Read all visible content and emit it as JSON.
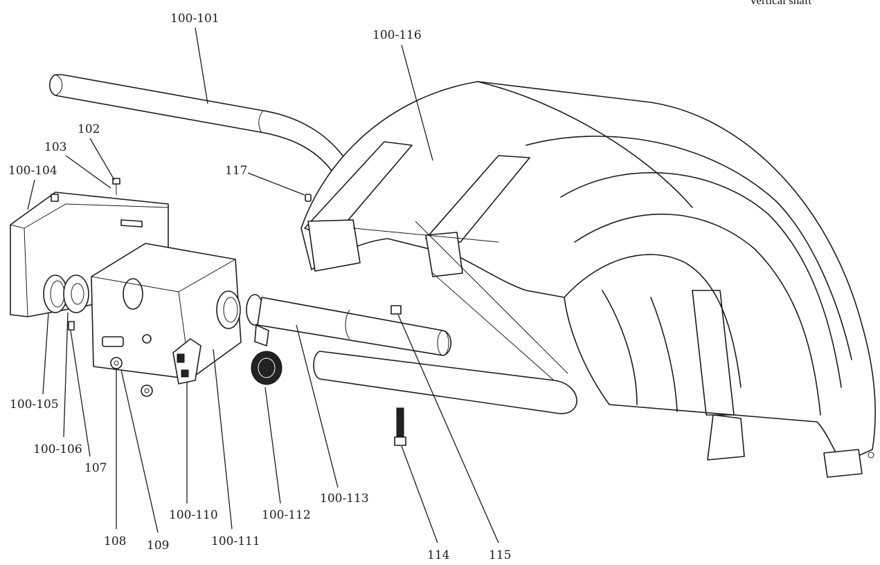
{
  "caption": "Vertical shaft",
  "labels": {
    "p100_101": "100-101",
    "p100_116": "100-116",
    "p102": "102",
    "p103": "103",
    "p100_104": "100-104",
    "p117": "117",
    "p100_105": "100-105",
    "p100_106": "100-106",
    "p107": "107",
    "p108": "108",
    "p109": "109",
    "p100_110": "100-110",
    "p100_111": "100-111",
    "p100_112": "100-112",
    "p100_113": "100-113",
    "p114": "114",
    "p115": "115"
  }
}
